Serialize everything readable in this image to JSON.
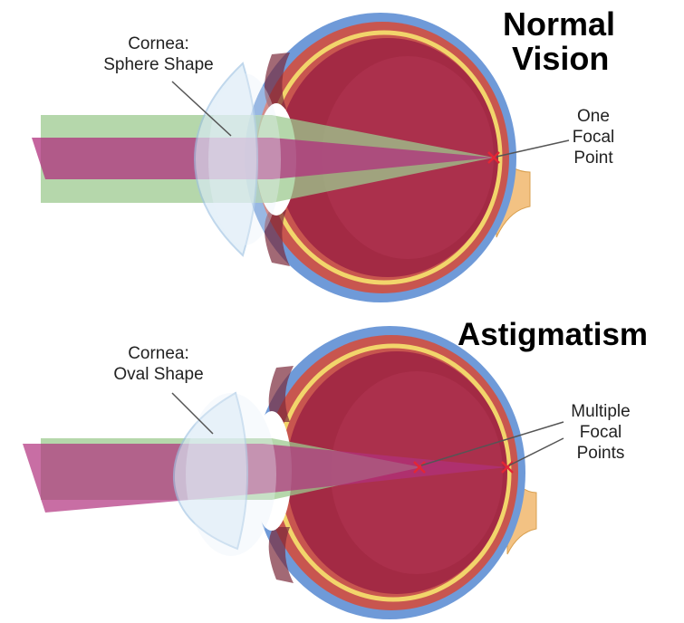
{
  "colors": {
    "sclera": "#6f9ad8",
    "choroid": "#c8564f",
    "retina_line": "#f2d56b",
    "interior": "#a32a44",
    "interior_dark": "#8a1f38",
    "optic_nerve": "#f3c283",
    "beam_green": "#9cca8f",
    "beam_magenta": "#b0307e",
    "lens": "#d9eaf7",
    "focal_mark": "#e32636"
  },
  "normal": {
    "title_line1": "Normal",
    "title_line2": "Vision",
    "cornea_line1": "Cornea:",
    "cornea_line2": "Sphere Shape",
    "focal_line1": "One",
    "focal_line2": "Focal",
    "focal_line3": "Point"
  },
  "astigmatism": {
    "title": "Astigmatism",
    "cornea_line1": "Cornea:",
    "cornea_line2": "Oval Shape",
    "focal_line1": "Multiple",
    "focal_line2": "Focal",
    "focal_line3": "Points"
  }
}
